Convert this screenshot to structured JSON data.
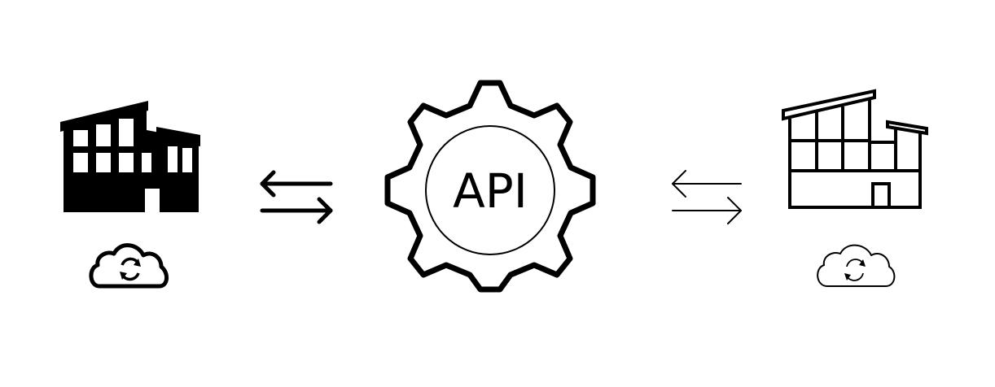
{
  "center": {
    "label": "API"
  },
  "nodes": [
    {
      "name": "left-factory",
      "style": "filled",
      "cloud_sync": true
    },
    {
      "name": "right-factory",
      "style": "outline",
      "cloud_sync": true
    }
  ],
  "connections": [
    {
      "from": "left-factory",
      "to": "API",
      "direction": "bidirectional"
    },
    {
      "from": "API",
      "to": "right-factory",
      "direction": "bidirectional"
    }
  ],
  "colors": {
    "stroke": "#000000",
    "background": "#ffffff"
  }
}
